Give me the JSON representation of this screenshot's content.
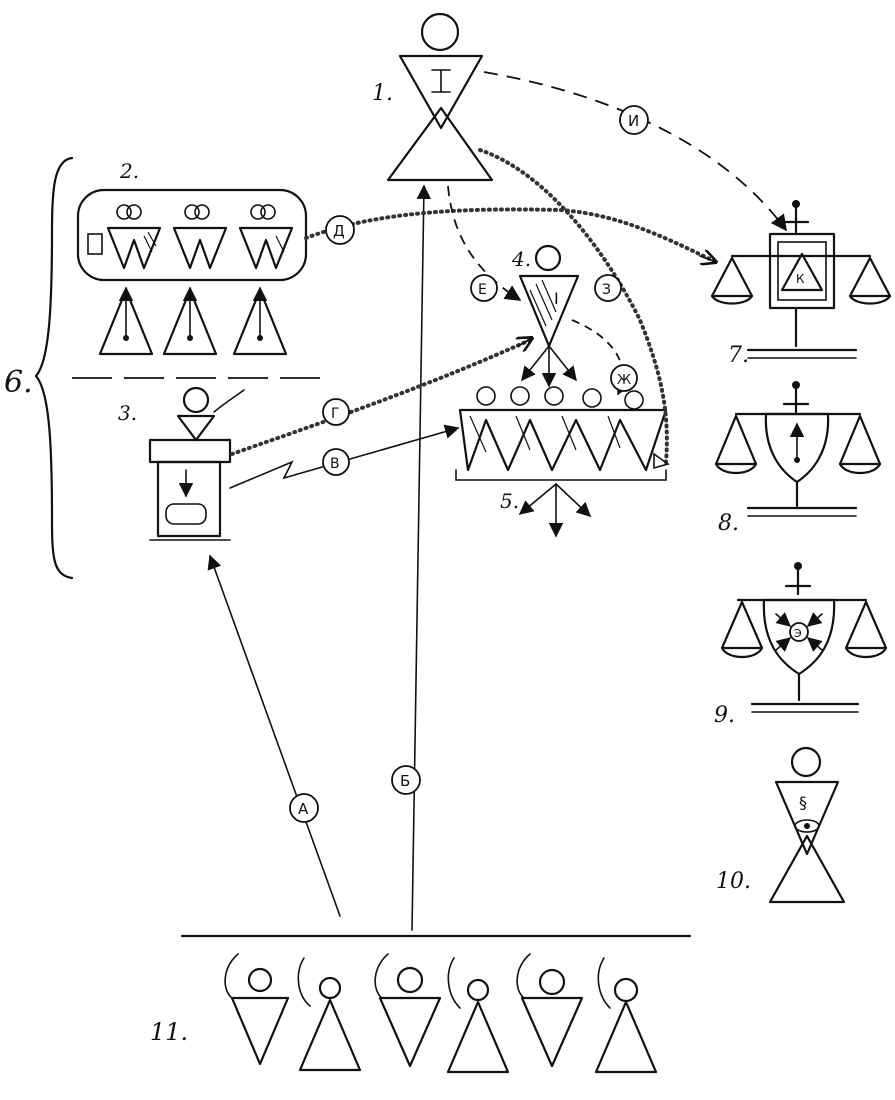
{
  "nodes": {
    "n1": "1.",
    "n2": "2.",
    "n3": "3.",
    "n4": "4.",
    "n5": "5.",
    "n6": "6.",
    "n7": "7.",
    "n8": "8.",
    "n9": "9.",
    "n10": "10.",
    "n11": "11."
  },
  "symbols": {
    "roman_one": "I",
    "roman_one_small": "I",
    "k": "К",
    "e": "Э",
    "paragraph": "§"
  },
  "edges": {
    "A_top": "Д",
    "A_bottom": "А",
    "B": "Б",
    "V": "В",
    "G": "Г",
    "E": "Е",
    "Zh": "Ж",
    "Z": "З",
    "I": "И"
  }
}
